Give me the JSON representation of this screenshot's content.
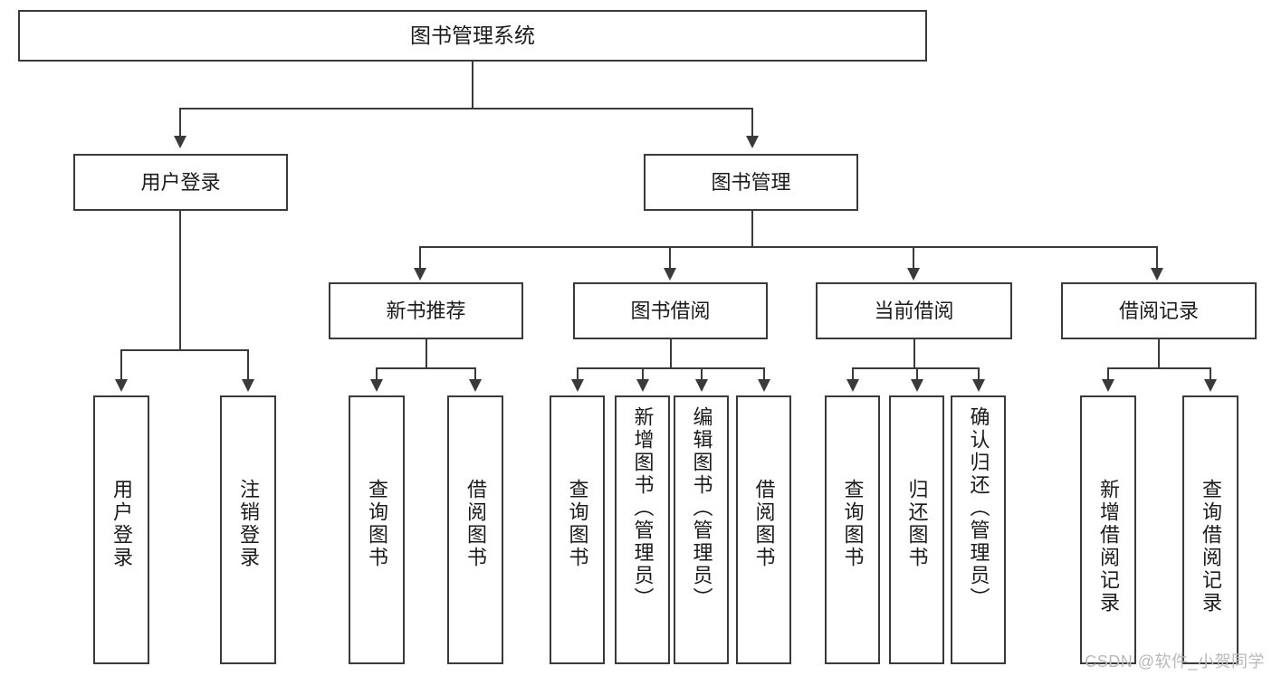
{
  "diagram": {
    "title": "图书管理系统",
    "watermark": "CSDN @软件_小贺同学"
  },
  "nodes": {
    "root": {
      "label": "图书管理系统"
    },
    "level2": [
      {
        "label": "用户登录"
      },
      {
        "label": "图书管理"
      }
    ],
    "level3": [
      {
        "label": "新书推荐"
      },
      {
        "label": "图书借阅"
      },
      {
        "label": "当前借阅"
      },
      {
        "label": "借阅记录"
      }
    ],
    "leaves": {
      "user_login": [
        {
          "label": "用户登录"
        },
        {
          "label": "注销登录"
        }
      ],
      "new_book": [
        {
          "label": "查询图书"
        },
        {
          "label": "借阅图书"
        }
      ],
      "book_borrow": [
        {
          "label": "查询图书"
        },
        {
          "label": "新增图书（管理员）"
        },
        {
          "label": "编辑图书（管理员）"
        },
        {
          "label": "借阅图书"
        }
      ],
      "current_borrow": [
        {
          "label": "查询图书"
        },
        {
          "label": "归还图书"
        },
        {
          "label": "确认归还（管理员）"
        }
      ],
      "borrow_record": [
        {
          "label": "新增借阅记录"
        },
        {
          "label": "查询借阅记录"
        }
      ]
    }
  },
  "colors": {
    "stroke": "#3a3a3a",
    "background": "#ffffff",
    "text": "#1b1b1b",
    "watermark": "#b9b9b9"
  }
}
